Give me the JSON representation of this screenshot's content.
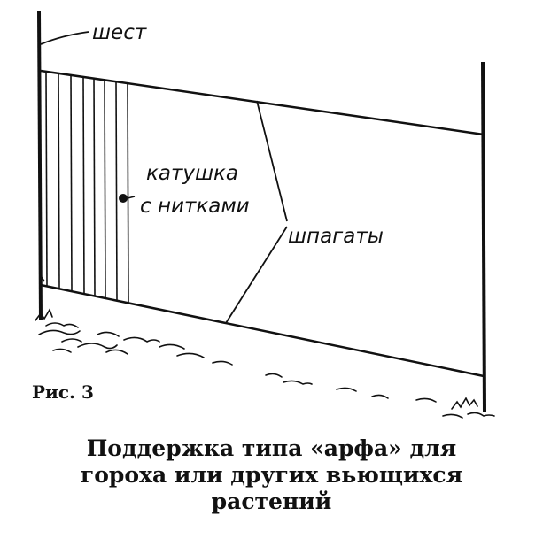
{
  "labels": {
    "pole": "шест",
    "spool_line1": "катушка",
    "spool_line2": "с нитками",
    "twine": "шпагаты"
  },
  "figure_number": "Рис. 3",
  "caption": {
    "line1": "Поддержка типа «арфа» для",
    "line2": "гороха или других вьющихся",
    "line3": "растений"
  }
}
